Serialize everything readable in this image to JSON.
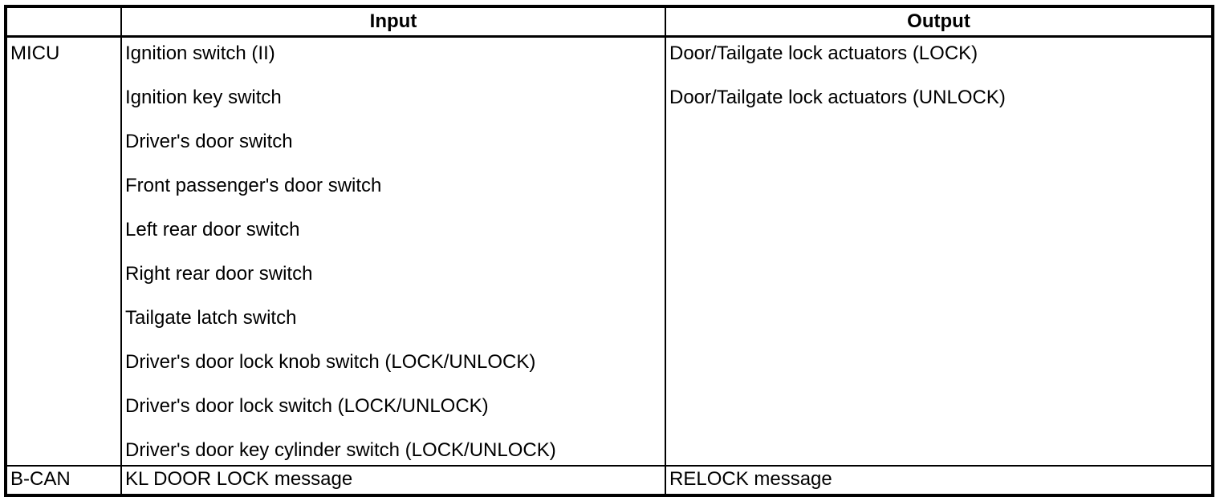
{
  "page": {
    "background": "#ffffff",
    "text_color": "#000000",
    "border_color": "#000000"
  },
  "table": {
    "header": {
      "corner_label": "",
      "input_label": "Input",
      "output_label": "Output"
    },
    "rows": [
      {
        "source": "MICU",
        "inputs": [
          "Ignition switch (II)",
          "Ignition key switch",
          "Driver's door switch",
          "Front passenger's door switch",
          "Left rear door switch",
          "Right rear door switch",
          "Tailgate latch switch",
          "Driver's door lock knob switch (LOCK/UNLOCK)",
          "Driver's door lock switch (LOCK/UNLOCK)",
          "Driver's door key cylinder switch (LOCK/UNLOCK)"
        ],
        "outputs": [
          "Door/Tailgate lock actuators (LOCK)",
          "Door/Tailgate lock actuators (UNLOCK)"
        ]
      },
      {
        "source": "B-CAN",
        "inputs": [
          "KL DOOR LOCK message"
        ],
        "outputs": [
          "RELOCK message"
        ]
      }
    ]
  }
}
